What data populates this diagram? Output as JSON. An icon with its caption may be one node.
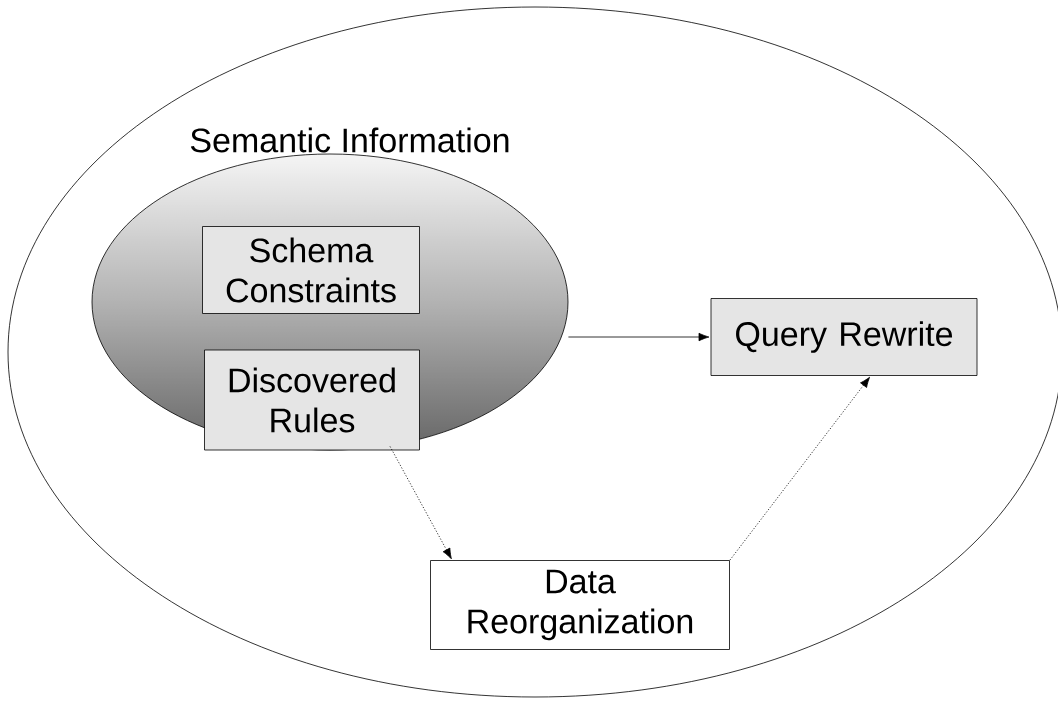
{
  "diagram": {
    "nodes": [
      {
        "text": [
          "Semantic Information"
        ]
      },
      {
        "text": [],
        "shape": "ellipse",
        "in": 0
      },
      {
        "text": [
          "Schema Constraints"
        ],
        "in": 1
      },
      {
        "text": [
          "Discovered Rules"
        ],
        "in": 1
      },
      {
        "text": [
          "Query Rewrite"
        ],
        "in": 0
      },
      {
        "text": [
          "Data Reorganization"
        ],
        "in": 0
      }
    ],
    "edges": [
      {
        "from": 1,
        "to": 4,
        "arrow": "to"
      },
      {
        "from": 1,
        "to": 5,
        "arrow": "to",
        "style": "dashed"
      },
      {
        "from": 5,
        "to": 4,
        "arrow": "to",
        "style": "dashed"
      }
    ]
  }
}
